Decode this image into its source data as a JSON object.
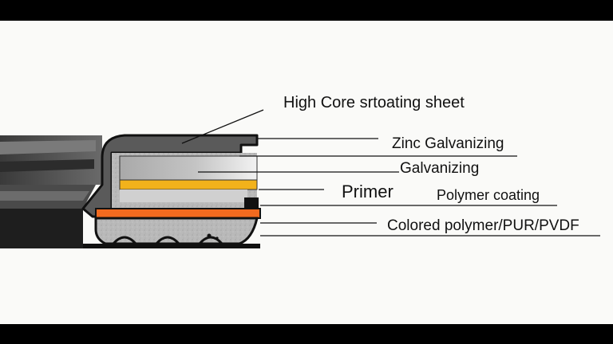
{
  "diagram": {
    "labels": {
      "core": "High Core srtoating sheet",
      "zinc": "Zinc Galvanizing",
      "galvanizing": "Galvanizing",
      "primer": "Primer",
      "polymer": "Polymer coating",
      "colored": "Colored polymer/PUR/PVDF"
    },
    "colors": {
      "background": "#fafaf8",
      "letterbox": "#000000",
      "primer_layer": "#f2b21b",
      "colored_layer": "#f26a1f",
      "core_steel": "#9a9a9a",
      "outline": "#111111"
    }
  }
}
